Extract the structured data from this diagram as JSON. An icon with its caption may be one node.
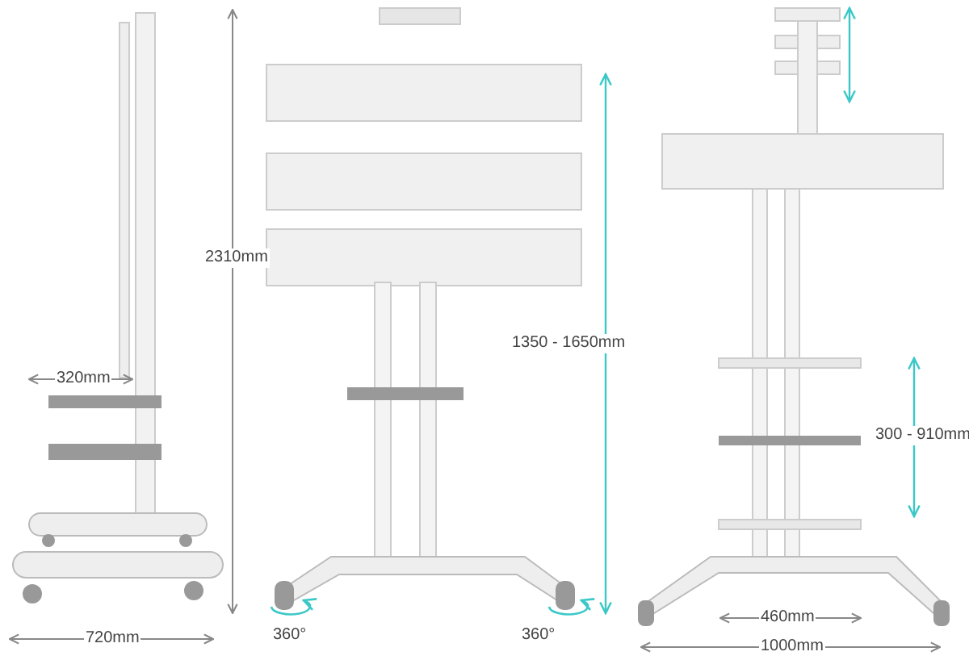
{
  "diagram": {
    "labels": [
      "2310mm",
      "1350 - 1650mm",
      "320mm",
      "300 - 910mm",
      "460mm",
      "720mm",
      "360°",
      "360°",
      "1000mm"
    ]
  }
}
